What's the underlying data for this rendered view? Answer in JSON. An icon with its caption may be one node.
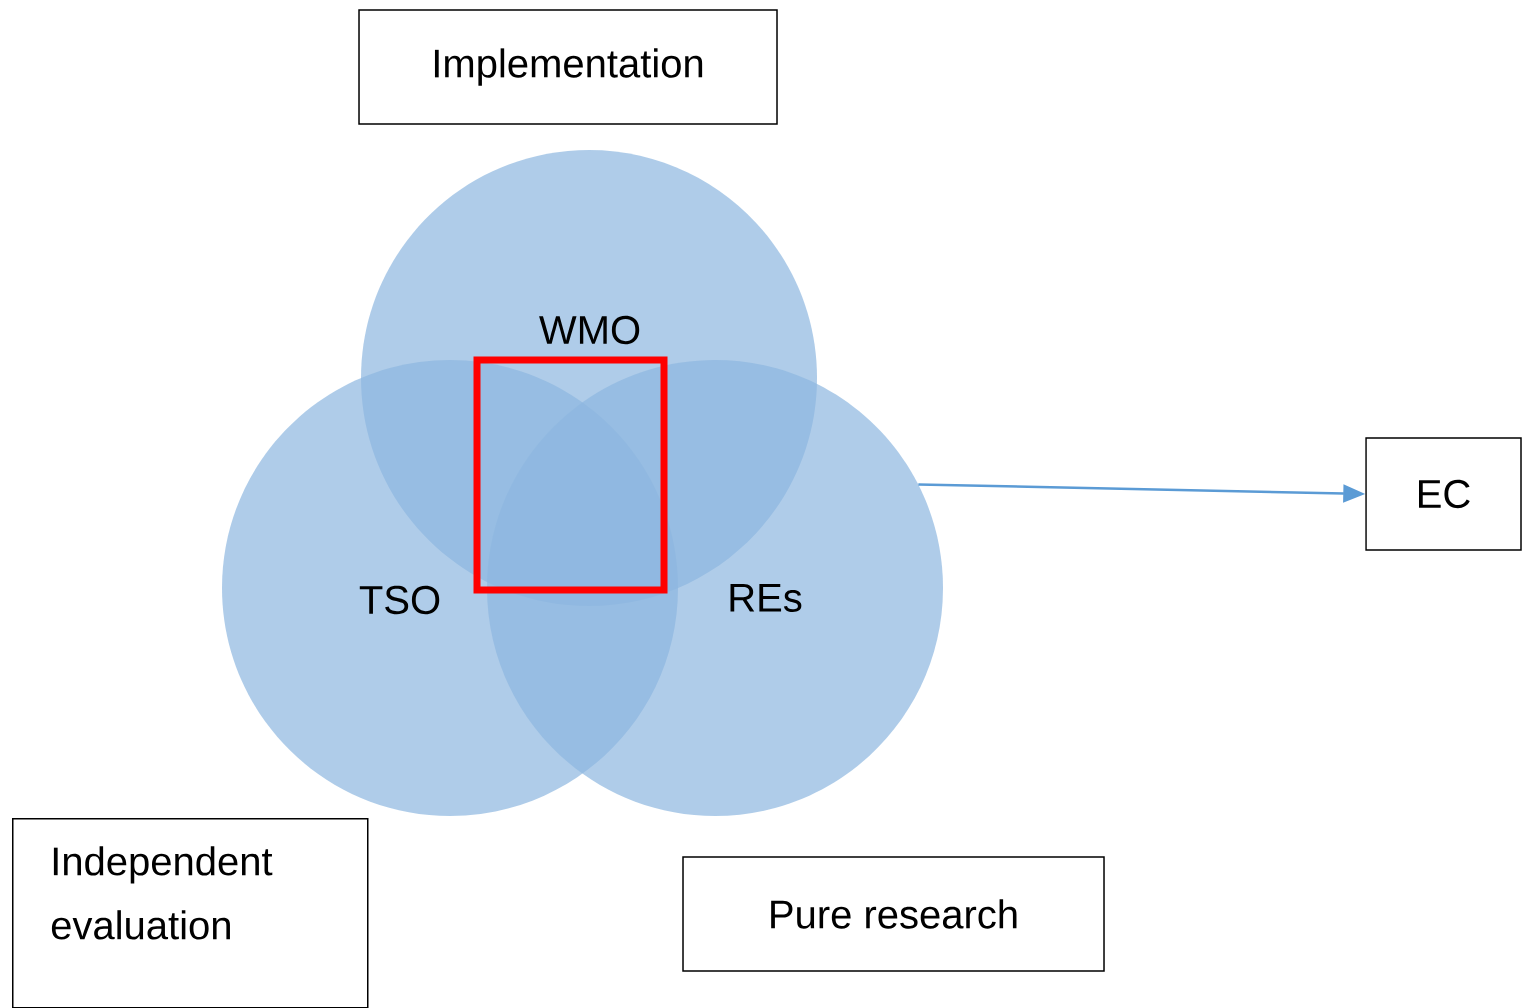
{
  "diagram": {
    "nodes": [
      {
        "text": [
          "Implementation"
        ]
      },
      {
        "text": [
          "WMO"
        ]
      },
      {
        "text": [
          "TSO"
        ]
      },
      {
        "text": [
          "REs"
        ]
      },
      {
        "text": [
          "EC"
        ]
      },
      {
        "text": [
          "Independent evaluation"
        ]
      },
      {
        "text": [
          "Pure research"
        ]
      }
    ],
    "edges": [
      {
        "from": 3,
        "to": 4,
        "arrow": "to",
        "color": "#5b9bd5"
      }
    ]
  }
}
